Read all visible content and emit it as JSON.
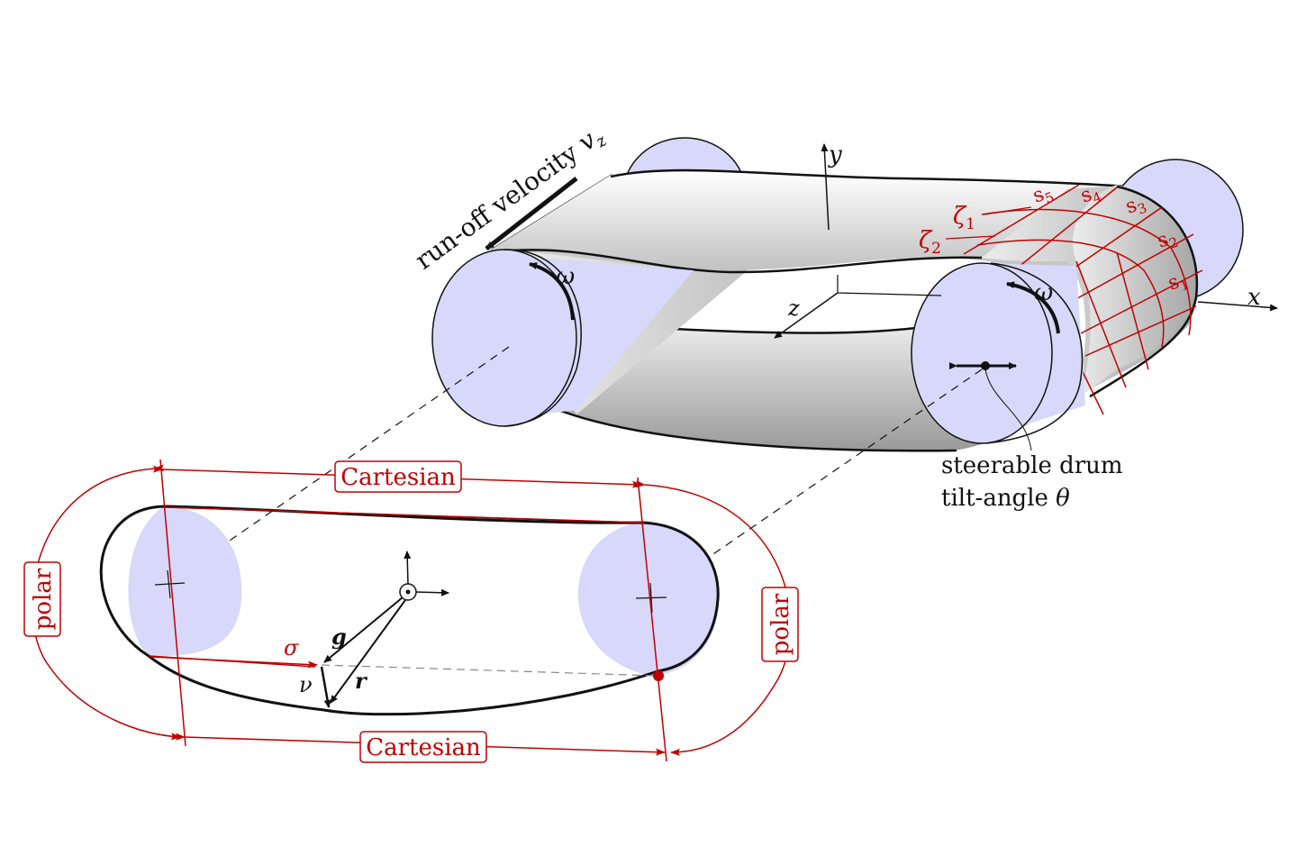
{
  "labels": {
    "run_off": "run-off velocity ",
    "vz_sym": "v",
    "vz_sub": "z",
    "omega": "ω",
    "x": "x",
    "y": "y",
    "z": "z",
    "zeta": "ζ",
    "zeta1_sub": "1",
    "zeta2_sub": "2",
    "s": "s",
    "s_subs": [
      "1",
      "2",
      "3",
      "4",
      "5"
    ],
    "steer_line1": "steerable drum",
    "steer_line2_text": "tilt-angle ",
    "theta": "θ",
    "cartesian": "Cartesian",
    "polar": "polar",
    "sigma": "σ",
    "g": "g",
    "r": "r",
    "nu": "ν"
  },
  "colors": {
    "drum_fill": "#d8d8fb",
    "annotation_red": "#c00000",
    "outline": "#111111",
    "belt_light": "#f4f4f4",
    "belt_dark": "#a8a8a8"
  }
}
